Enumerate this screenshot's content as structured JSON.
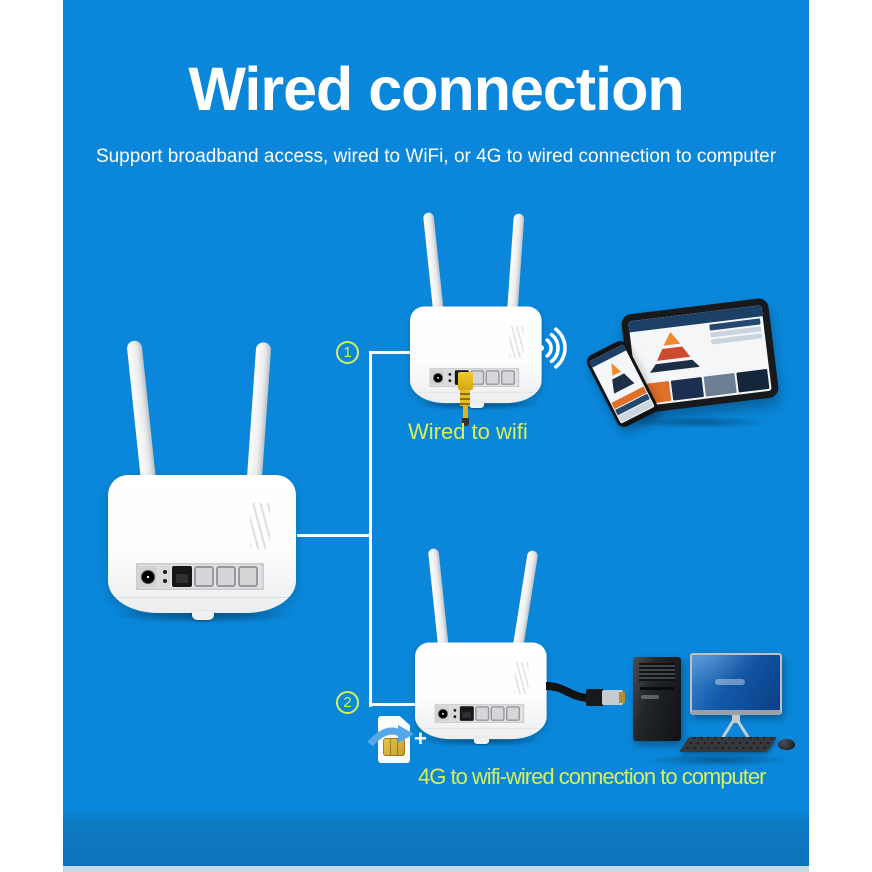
{
  "header": {
    "title": "Wired connection",
    "subtitle": "Support broadband access, wired to WiFi, or 4G to wired connection to computer"
  },
  "scenarios": [
    {
      "step": "1",
      "label": "Wired to wifi"
    },
    {
      "step": "2",
      "label": "4G to wifi-wired connection to computer",
      "plus_sign": "+"
    }
  ],
  "colors": {
    "background_blue": "#0a87da",
    "accent_yellow_green": "#d9ef5a",
    "margin_white": "#ffffff"
  }
}
